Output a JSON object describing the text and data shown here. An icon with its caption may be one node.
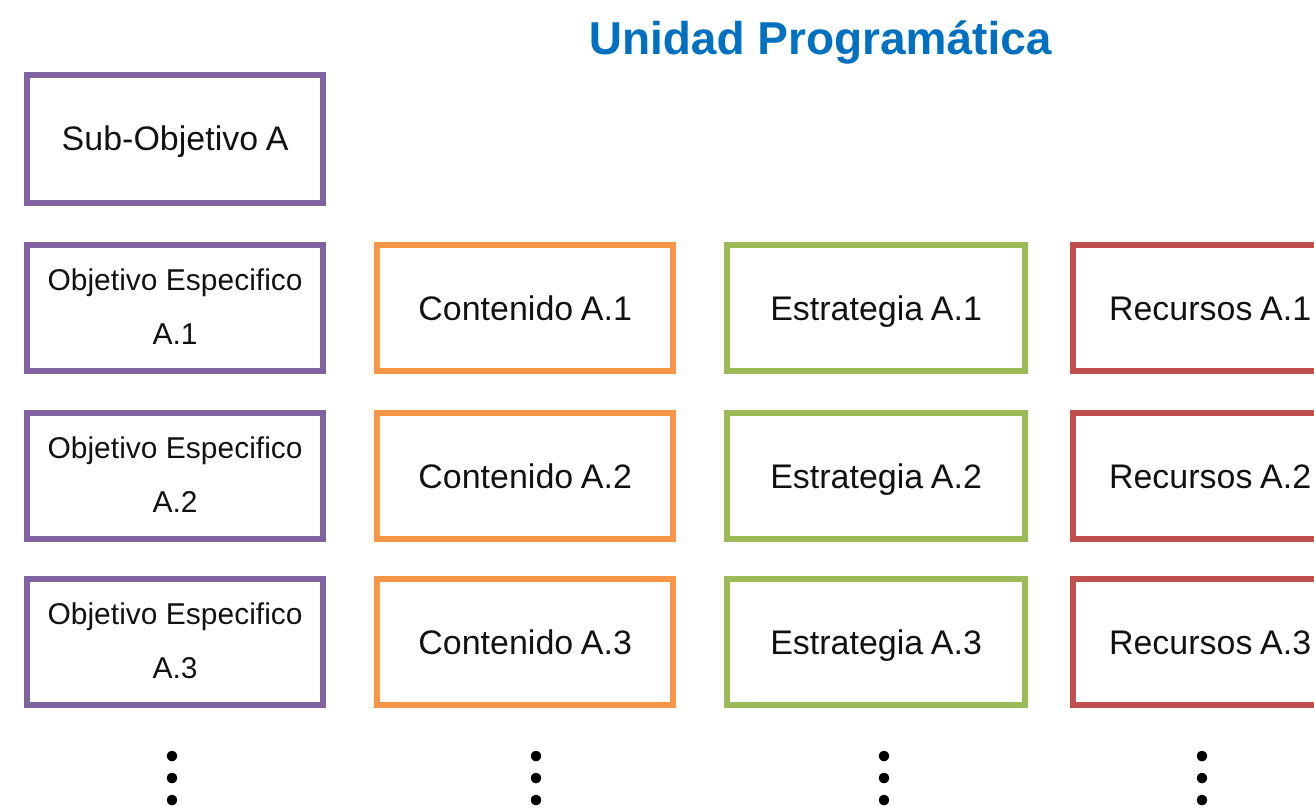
{
  "diagram": {
    "title": "Unidad Programática",
    "nodes": [
      {
        "text": [
          "Sub-Objetivo A"
        ]
      },
      {
        "text": [
          "Objetivo Especifico A.1"
        ]
      },
      {
        "text": [
          "Contenido A.1"
        ]
      },
      {
        "text": [
          "Estrategia A.1"
        ]
      },
      {
        "text": [
          "Recursos A.1"
        ]
      },
      {
        "text": [
          "Objetivo Especifico A.2"
        ]
      },
      {
        "text": [
          "Contenido A.2"
        ]
      },
      {
        "text": [
          "Estrategia A.2"
        ]
      },
      {
        "text": [
          "Recursos A.2"
        ]
      },
      {
        "text": [
          "Objetivo Especifico A.3"
        ]
      },
      {
        "text": [
          "Contenido A.3"
        ]
      },
      {
        "text": [
          "Estrategia A.3"
        ]
      },
      {
        "text": [
          "Recursos A.3"
        ]
      }
    ]
  }
}
